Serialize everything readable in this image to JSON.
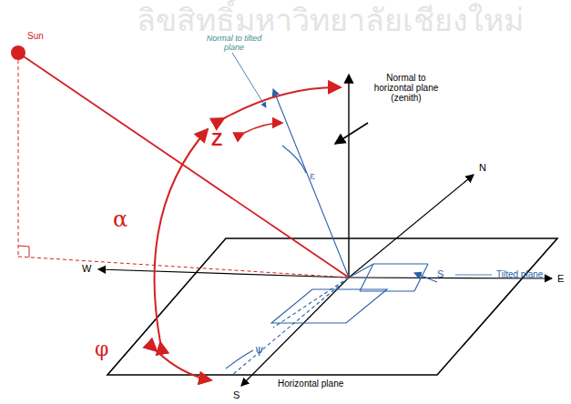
{
  "diagram": {
    "labels": [
      "ลิขสิทธิ์มหาวิทยาลัยเชียงใหม่",
      "Sun",
      "Normal to horizontal plane (zenith)",
      "Normal to tilted plane",
      "Z",
      "α",
      "φ",
      "ε",
      "S",
      "ψ",
      "Tilted plane",
      "Horizontal plane",
      "N",
      "W",
      "E",
      "S"
    ]
  }
}
